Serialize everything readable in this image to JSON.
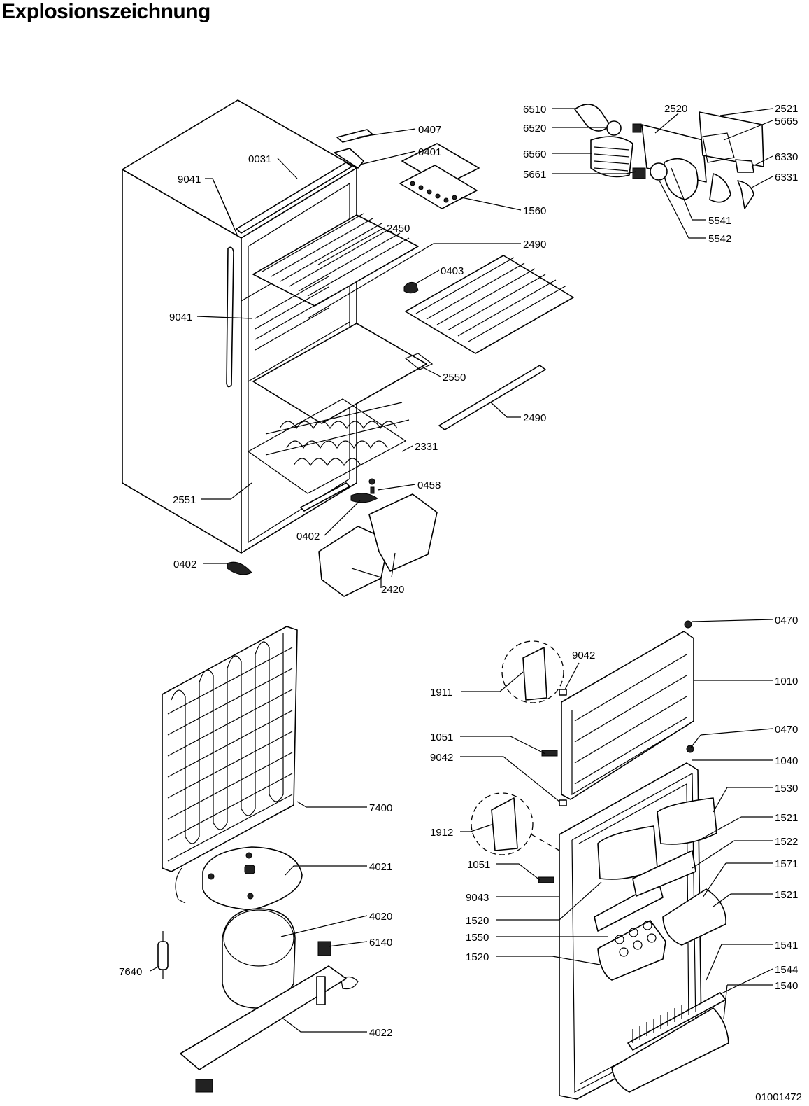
{
  "page": {
    "title": "Explosionszeichnung",
    "document_number": "01001472"
  },
  "part_numbers": {
    "p0407": "0407",
    "p0401": "0401",
    "p0031": "0031",
    "p9041a": "9041",
    "p1560": "1560",
    "p2450": "2450",
    "p2490a": "2490",
    "p0403": "0403",
    "p9041b": "9041",
    "p2550": "2550",
    "p2490b": "2490",
    "p2331": "2331",
    "p0458": "0458",
    "p2551": "2551",
    "p0402a": "0402",
    "p0402b": "0402",
    "p2420": "2420",
    "p6510": "6510",
    "p6520": "6520",
    "p6560": "6560",
    "p5661": "5661",
    "p2520": "2520",
    "p2521": "2521",
    "p5665": "5665",
    "p6330": "6330",
    "p6331": "6331",
    "p5541": "5541",
    "p5542": "5542",
    "p7400": "7400",
    "p4021": "4021",
    "p4020": "4020",
    "p6140": "6140",
    "p7640": "7640",
    "p4022": "4022",
    "p0470a": "0470",
    "p9042a": "9042",
    "p1010": "1010",
    "p1911": "1911",
    "p0470b": "0470",
    "p1051a": "1051",
    "p1040": "1040",
    "p9042b": "9042",
    "p1530": "1530",
    "p1521a": "1521",
    "p1912": "1912",
    "p1522": "1522",
    "p1571": "1571",
    "p1051b": "1051",
    "p1521b": "1521",
    "p9043": "9043",
    "p1520a": "1520",
    "p1550": "1550",
    "p1541": "1541",
    "p1520b": "1520",
    "p1544": "1544",
    "p1540": "1540"
  }
}
